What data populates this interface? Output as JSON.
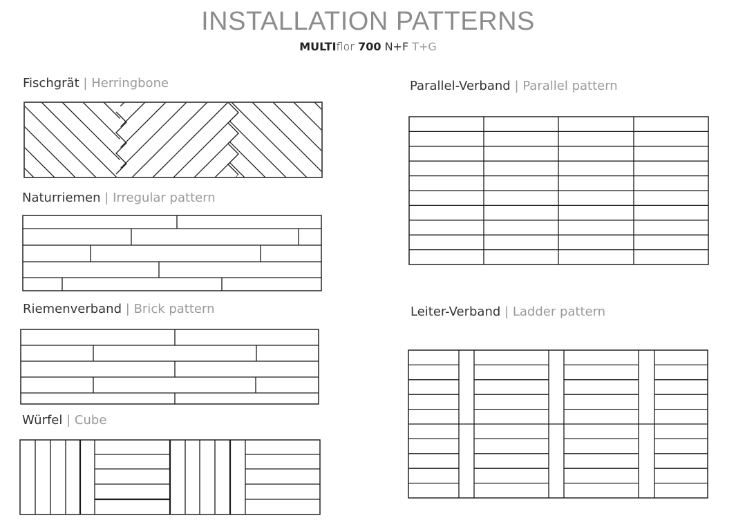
{
  "header": {
    "title": "INSTALLATION PATTERNS",
    "subtitle": {
      "brand_bold": "MULTI",
      "brand_light": "flor",
      "model": "700",
      "type": "N+F",
      "type_en": "T+G"
    }
  },
  "patterns": [
    {
      "de": "Fischgrät",
      "sep": "|",
      "en": "Herringbone"
    },
    {
      "de": "Naturriemen",
      "sep": "|",
      "en": "Irregular pattern"
    },
    {
      "de": "Riemenverband",
      "sep": "|",
      "en": "Brick pattern"
    },
    {
      "de": "Würfel ",
      "sep": "|",
      "en": "Cube"
    },
    {
      "de": "Parallel-Verband",
      "sep": "|",
      "en": "Parallel pattern"
    },
    {
      "de": "Leiter-Verband",
      "sep": "|",
      "en": "Ladder pattern"
    }
  ]
}
